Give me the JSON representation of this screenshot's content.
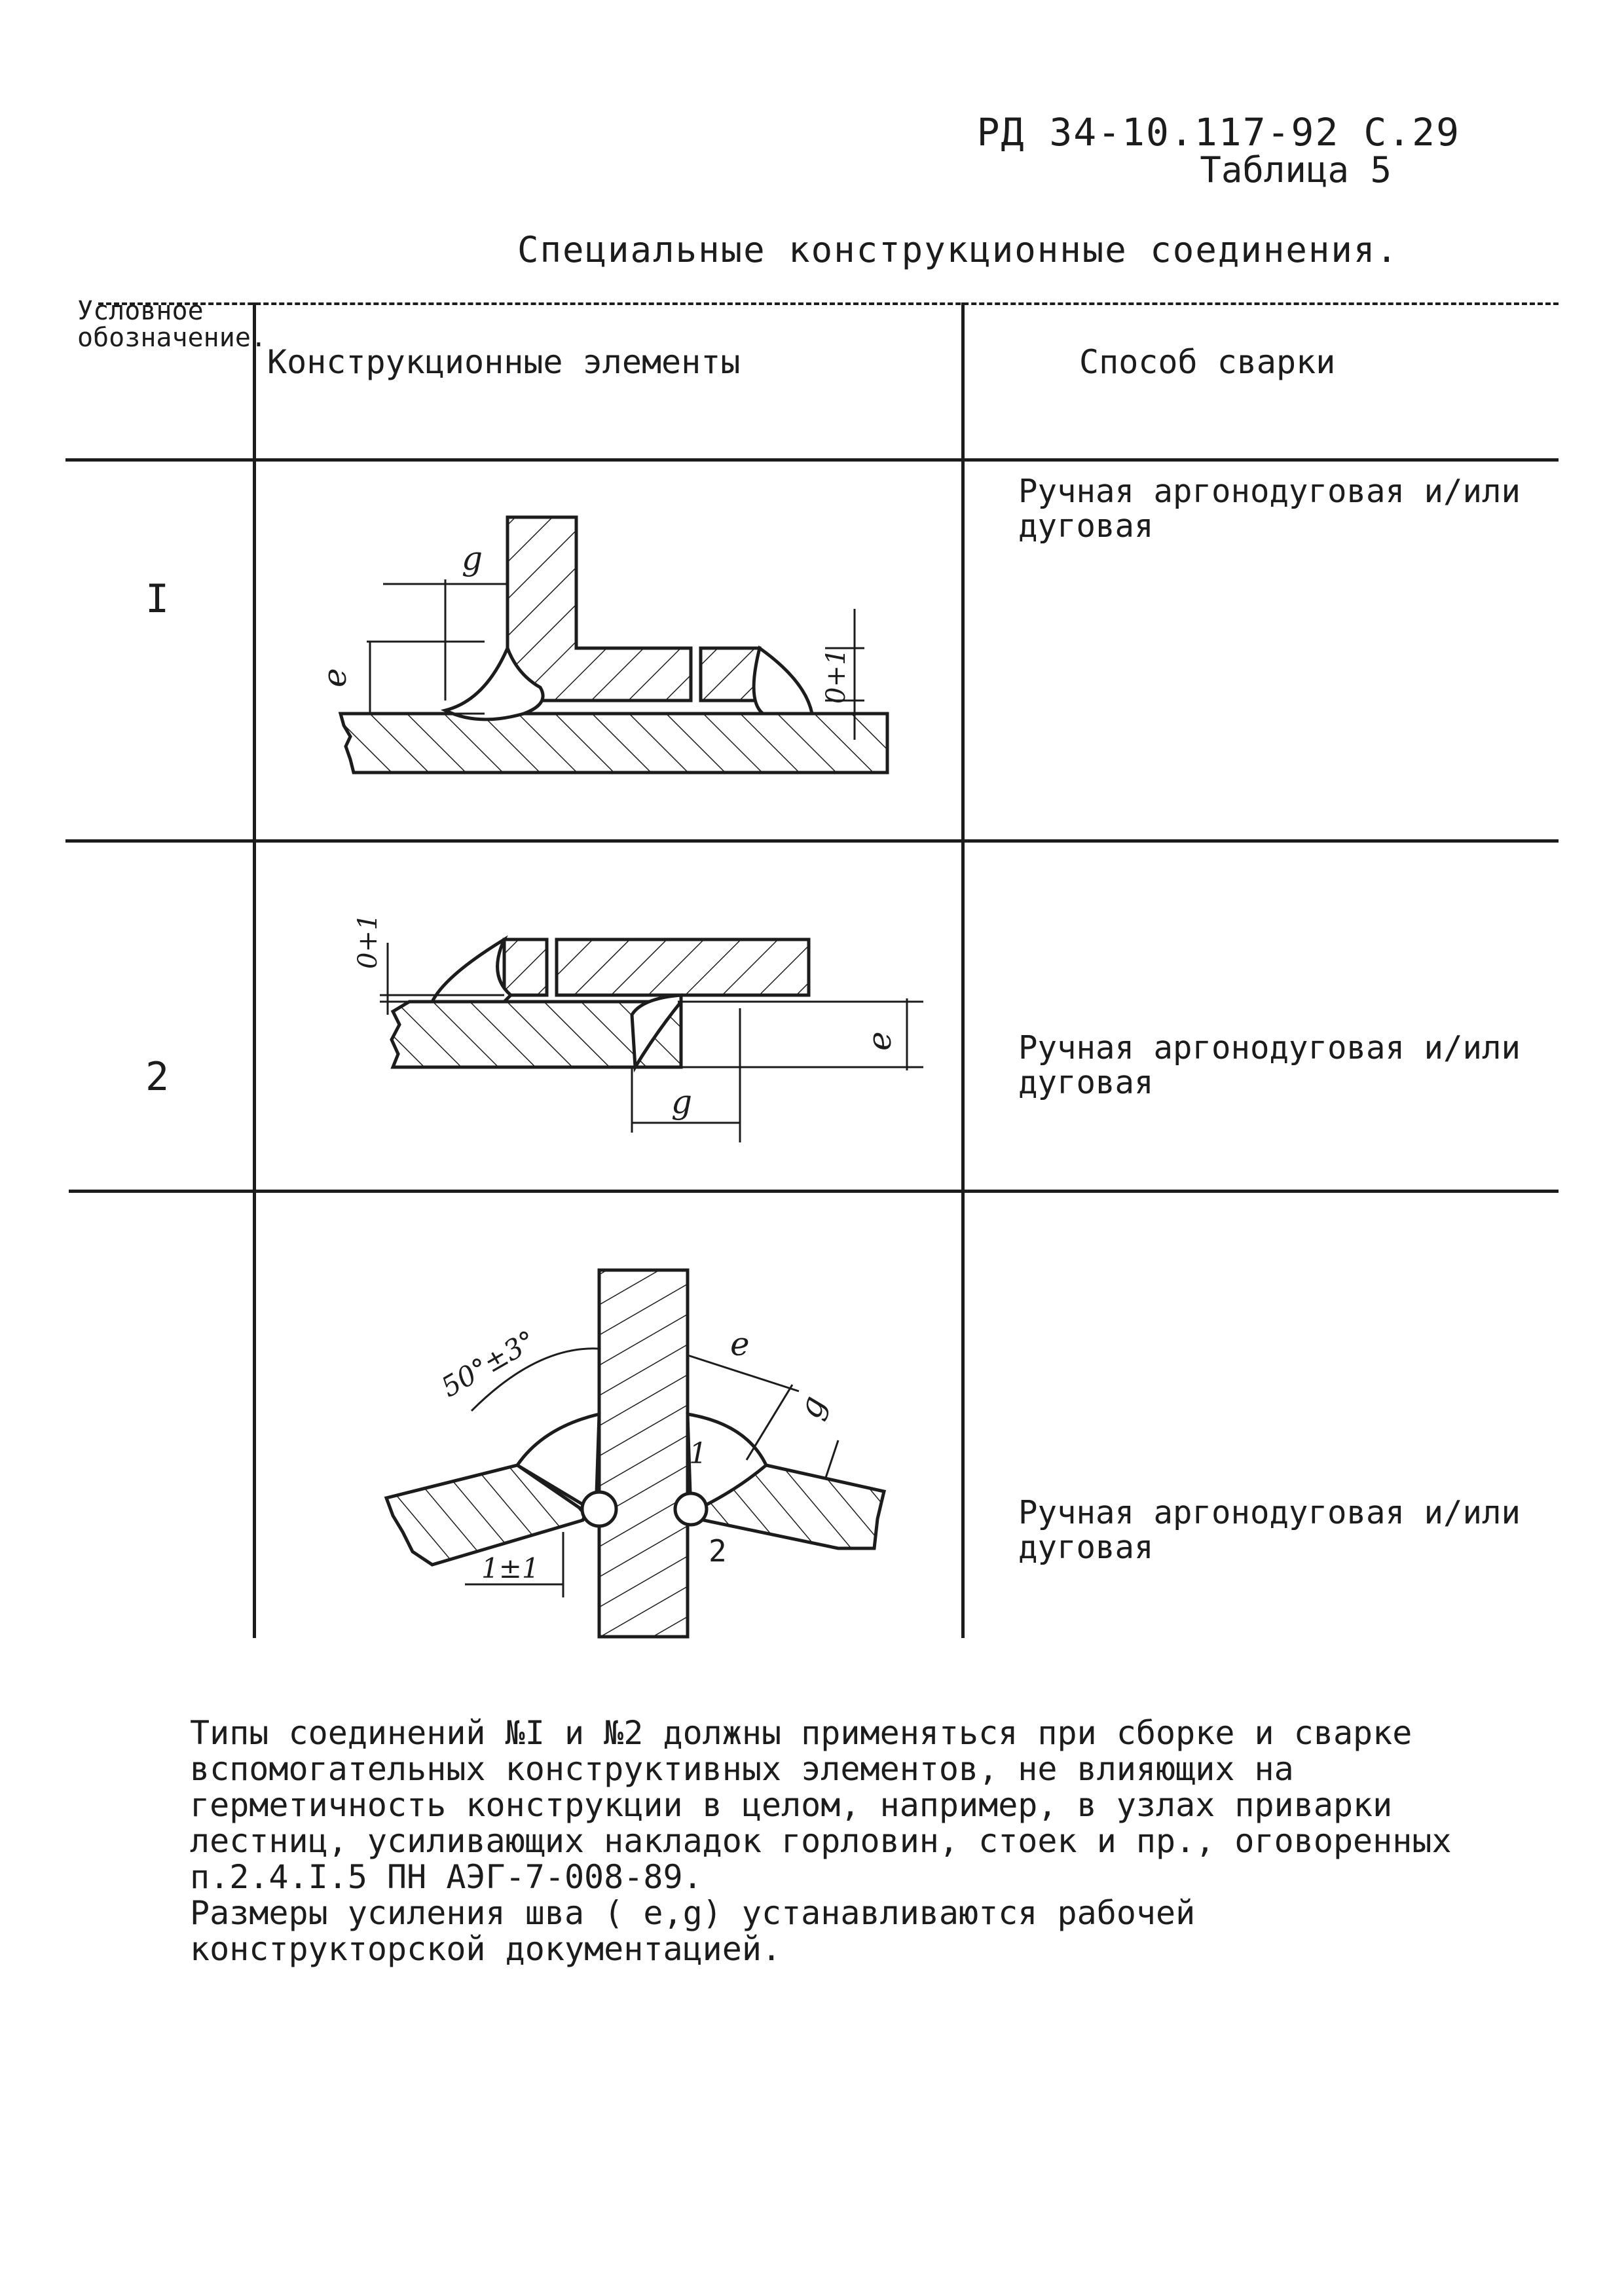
{
  "header": {
    "code": "РД 34-10.117-92  С.29",
    "table_number": "Таблица 5"
  },
  "table": {
    "title": "Специальные конструкционные соединения.",
    "columns": {
      "mark": "Условное обозначение.",
      "elements": "Конструкционные элементы",
      "method": "Способ сварки"
    },
    "rows": [
      {
        "mark": "I",
        "method": "Ручная аргонодуговая и/или дуговая",
        "labels": {
          "g": "g",
          "e": "e",
          "gap": "0+1"
        }
      },
      {
        "mark": "2",
        "method": "Ручная аргонодуговая и/или дуговая",
        "labels": {
          "gap": "0+1",
          "e": "e",
          "g": "g"
        }
      },
      {
        "mark": "",
        "method": "Ручная аргонодуговая и/или дуговая",
        "labels": {
          "angle": "50°±3°",
          "e": "e",
          "g": "g",
          "weld1": "1",
          "weld2": "2",
          "gap": "1±1"
        }
      }
    ]
  },
  "notes": [
    "Типы соединений №I и №2 должны применяться при сборке и сварке вспомогательных конструктивных элементов, не влияющих на герметичность конструкции в целом, например, в узлах приварки лестниц, усиливающих накладок горловин, стоек и пр., оговоренных п.2.4.I.5 ПН АЭГ-7-008-89.",
    "Размеры усиления шва ( e,g) устанавливаются рабочей конструкторской документацией."
  ]
}
